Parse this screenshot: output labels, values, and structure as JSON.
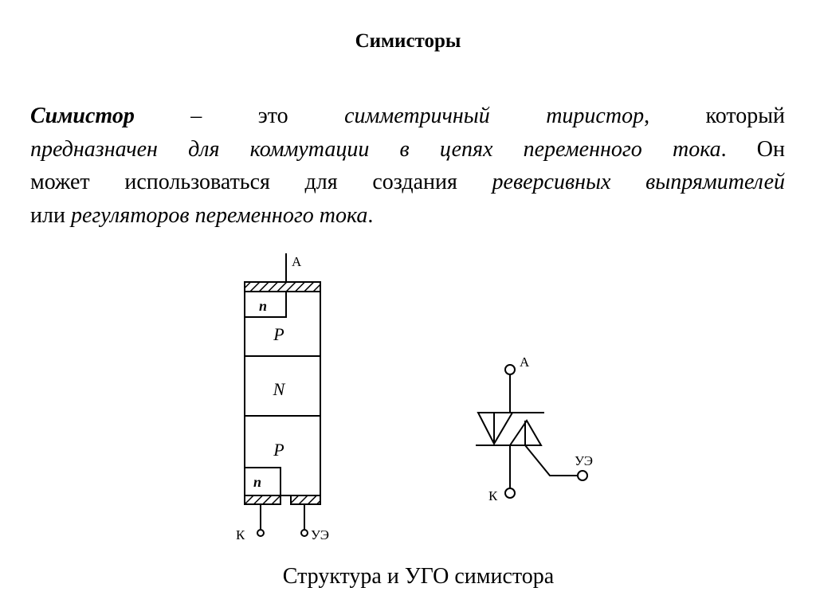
{
  "title": "Симисторы",
  "paragraph": {
    "lines": [
      [
        {
          "t": "Симистор",
          "s": "b"
        },
        {
          "t": " – это ",
          "s": ""
        },
        {
          "t": "симметричный тиристор",
          "s": "i"
        },
        {
          "t": ", который",
          "s": ""
        }
      ],
      [
        {
          "t": "предназначен для коммутации в цепях переменного тока",
          "s": "i"
        },
        {
          "t": ". Он",
          "s": ""
        }
      ],
      [
        {
          "t": "может использоваться для создания ",
          "s": ""
        },
        {
          "t": "реверсивных выпрямителей",
          "s": "i"
        }
      ],
      [
        {
          "t": "или ",
          "s": ""
        },
        {
          "t": "регуляторов переменного тока",
          "s": "i"
        },
        {
          "t": ".",
          "s": ""
        }
      ]
    ]
  },
  "structure_diagram": {
    "terminal_anode": "А",
    "terminal_cathode": "К",
    "terminal_gate": "УЭ",
    "layer_n_top": "n",
    "layer_p_top": "P",
    "layer_n_mid": "N",
    "layer_p_bottom": "P",
    "layer_n_bottom": "n"
  },
  "symbol_diagram": {
    "terminal_anode": "А",
    "terminal_cathode": "К",
    "terminal_gate": "УЭ"
  },
  "caption": "Структура и УГО симистора"
}
